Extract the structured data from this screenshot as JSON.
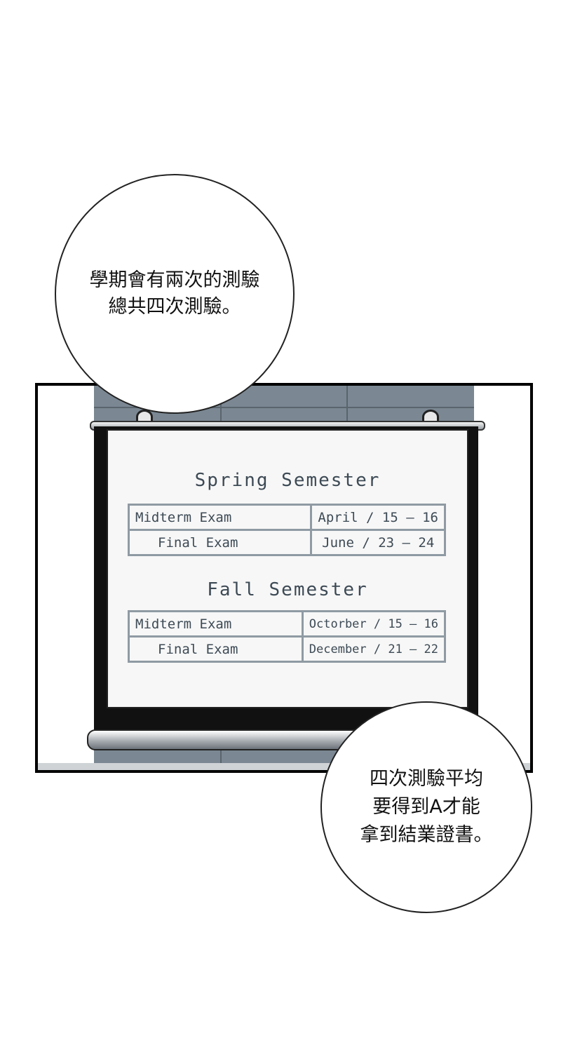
{
  "bubble_top": {
    "lines": [
      "學期會有兩次的測驗",
      "總共四次測驗。"
    ]
  },
  "screen": {
    "spring": {
      "title": "Spring Semester",
      "rows": [
        {
          "exam": "Midterm Exam",
          "date": "April / 15 – 16"
        },
        {
          "exam": "Final Exam",
          "date": "June / 23 – 24"
        }
      ]
    },
    "fall": {
      "title": "Fall Semester",
      "rows": [
        {
          "exam": "Midterm Exam",
          "date": "Octorber / 15 – 16"
        },
        {
          "exam": "Final Exam",
          "date": "December / 21 – 22"
        }
      ]
    }
  },
  "bubble_bottom": {
    "lines": [
      "四次測驗平均",
      "要得到A才能",
      "拿到結業證書。"
    ]
  }
}
